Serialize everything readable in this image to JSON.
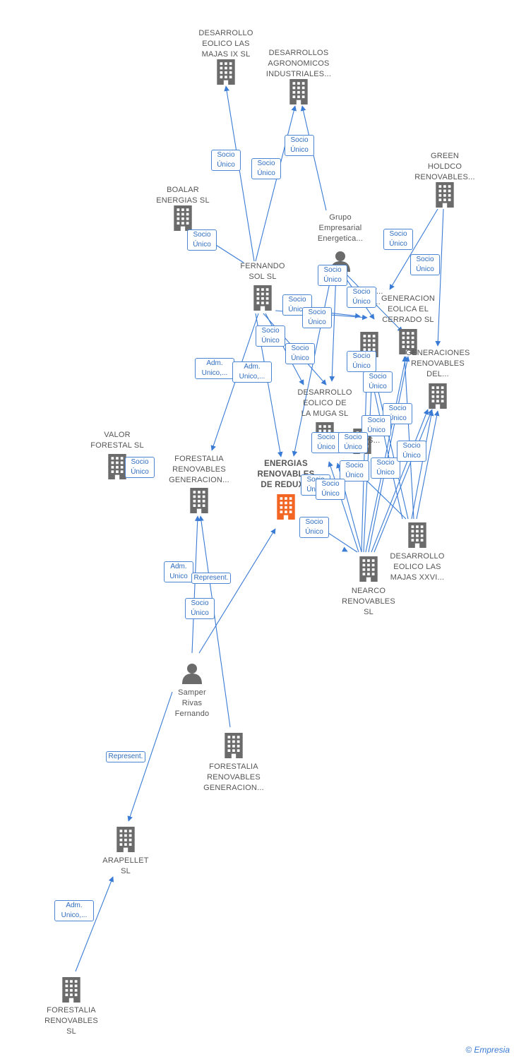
{
  "colors": {
    "edge": "#3a7bd5",
    "node": "#6b6b6b",
    "focus": "#f26522",
    "label": "#555555"
  },
  "nodes": [
    {
      "id": "n1",
      "label": [
        "DESARROLLO",
        "EOLICO LAS",
        "MAJAS IX  SL"
      ],
      "icon": "building-icon"
    },
    {
      "id": "n2",
      "label": [
        "DESARROLLOS",
        "AGRONOMICOS",
        "INDUSTRIALES..."
      ],
      "icon": "building-icon"
    },
    {
      "id": "n3",
      "label": [
        "GREEN",
        "HOLDCO",
        "RENOVABLES..."
      ],
      "icon": "building-icon"
    },
    {
      "id": "n4",
      "label": [
        "BOALAR",
        "ENERGIAS  SL"
      ],
      "icon": "building-icon"
    },
    {
      "id": "n5",
      "label": [
        "Grupo",
        "Empresarial",
        "Energetica..."
      ],
      "icon": "person-icon"
    },
    {
      "id": "n6",
      "label": [
        "FERNANDO",
        "SOL SL"
      ],
      "icon": "building-icon"
    },
    {
      "id": "n7",
      "label": [
        "GENERACION",
        "EOLICA EL",
        "CERRADO SL"
      ],
      "icon": "building-icon"
    },
    {
      "id": "n8",
      "label": [
        "SOST...",
        "DEL..."
      ],
      "icon": "building-icon"
    },
    {
      "id": "n9",
      "label": [
        "GENERACIONES",
        "RENOVABLES",
        "DEL..."
      ],
      "icon": "building-icon"
    },
    {
      "id": "n10",
      "label": [
        "DESARROLLO",
        "EOLICO DE",
        "LA MUGA SL"
      ],
      "icon": "building-icon"
    },
    {
      "id": "n11",
      "label": [
        "VALOR",
        "FORESTAL SL"
      ],
      "icon": "building-icon"
    },
    {
      "id": "n12",
      "label": [
        "FORESTALIA",
        "RENOVABLES",
        "GENERACION..."
      ],
      "icon": "building-icon"
    },
    {
      "id": "n13",
      "label": [
        "ENERGIAS",
        "RENOVABLES",
        "DE REDUX..."
      ],
      "icon": "building-icon",
      "focus": true
    },
    {
      "id": "n14",
      "label": [
        "CLARIS..."
      ],
      "icon": "building-icon"
    },
    {
      "id": "n15",
      "label": [
        "DESARROLLO",
        "EOLICO LAS",
        "MAJAS XXVI..."
      ],
      "icon": "building-icon"
    },
    {
      "id": "n16",
      "label": [
        "NEARCO",
        "RENOVABLES",
        "SL"
      ],
      "icon": "building-icon"
    },
    {
      "id": "n17",
      "label": [
        "Samper",
        "Rivas",
        "Fernando"
      ],
      "icon": "person-icon"
    },
    {
      "id": "n18",
      "label": [
        "FORESTALIA",
        "RENOVABLES",
        "GENERACION..."
      ],
      "icon": "building-icon"
    },
    {
      "id": "n19",
      "label": [
        "ARAPELLET",
        "SL"
      ],
      "icon": "building-icon"
    },
    {
      "id": "n20",
      "label": [
        "FORESTALIA",
        "RENOVABLES",
        "SL"
      ],
      "icon": "building-icon"
    }
  ],
  "edge_labels": [
    {
      "id": "e1",
      "text": [
        "Socio",
        "Único"
      ]
    },
    {
      "id": "e2",
      "text": [
        "Socio",
        "Único"
      ]
    },
    {
      "id": "e3",
      "text": [
        "Socio",
        "Único"
      ]
    },
    {
      "id": "e4",
      "text": [
        "Socio",
        "Único"
      ]
    },
    {
      "id": "e5",
      "text": [
        "Socio",
        "Único"
      ]
    },
    {
      "id": "e6",
      "text": [
        "Socio",
        "Único"
      ]
    },
    {
      "id": "e7",
      "text": [
        "Socio",
        "Único"
      ]
    },
    {
      "id": "e8",
      "text": [
        "Socio",
        "Único"
      ]
    },
    {
      "id": "e9",
      "text": [
        "Socio",
        "Único"
      ]
    },
    {
      "id": "e10",
      "text": [
        "Socio",
        "Único"
      ]
    },
    {
      "id": "e11",
      "text": [
        "Socio",
        "Único"
      ]
    },
    {
      "id": "e12",
      "text": [
        "Adm.",
        "Unico,..."
      ]
    },
    {
      "id": "e13",
      "text": [
        "Adm.",
        "Unico,..."
      ]
    },
    {
      "id": "e14",
      "text": [
        "Socio",
        "Único"
      ]
    },
    {
      "id": "e15",
      "text": [
        "Socio",
        "Único"
      ]
    },
    {
      "id": "e16",
      "text": [
        "Socio",
        "Único"
      ]
    },
    {
      "id": "e17",
      "text": [
        "Socio",
        "Único"
      ]
    },
    {
      "id": "e18",
      "text": [
        "Socio",
        "Único"
      ]
    },
    {
      "id": "e19",
      "text": [
        "Socio",
        "Único"
      ]
    },
    {
      "id": "e20",
      "text": [
        "Socio",
        "Único"
      ]
    },
    {
      "id": "e21",
      "text": [
        "Socio",
        "Único"
      ]
    },
    {
      "id": "e22",
      "text": [
        "Socio",
        "Único"
      ]
    },
    {
      "id": "e23",
      "text": [
        "Socio",
        "Único"
      ]
    },
    {
      "id": "e24",
      "text": [
        "Socio",
        "Único"
      ]
    },
    {
      "id": "e25",
      "text": [
        "Socio",
        "Único"
      ]
    },
    {
      "id": "e26",
      "text": [
        "Socio",
        "Único"
      ]
    },
    {
      "id": "e27",
      "text": [
        "Socio",
        "Único"
      ]
    },
    {
      "id": "e28",
      "text": [
        "Adm.",
        "Unico"
      ]
    },
    {
      "id": "e29",
      "text": [
        "Represent."
      ]
    },
    {
      "id": "e30",
      "text": [
        "Socio",
        "Único"
      ]
    },
    {
      "id": "e31",
      "text": [
        "Represent."
      ]
    },
    {
      "id": "e32",
      "text": [
        "Adm.",
        "Unico,..."
      ]
    }
  ],
  "footer": {
    "copyright": "©",
    "brand": "Empresia"
  }
}
